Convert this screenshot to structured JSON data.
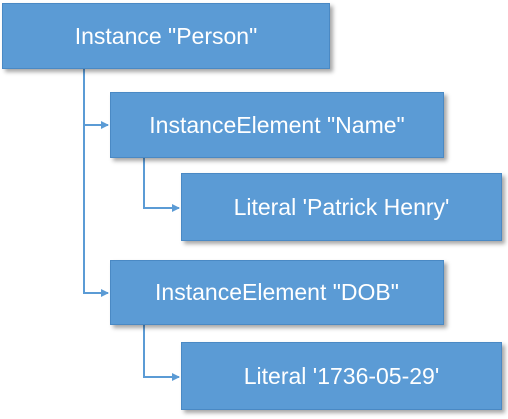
{
  "diagram": {
    "root": {
      "label": "Instance \"Person\""
    },
    "children": [
      {
        "label": "InstanceElement \"Name\"",
        "child": {
          "label": "Literal 'Patrick Henry'"
        }
      },
      {
        "label": "InstanceElement \"DOB\"",
        "child": {
          "label": "Literal '1736-05-29'"
        }
      }
    ],
    "colors": {
      "node_fill": "#5b9bd5",
      "node_text": "#ffffff",
      "connector": "#5b9bd5"
    }
  }
}
